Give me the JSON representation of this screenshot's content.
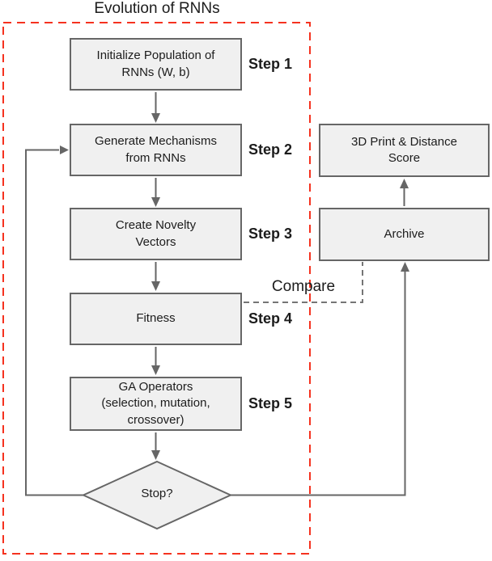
{
  "title": "Evolution of RNNs",
  "flow": {
    "steps": [
      {
        "label": "Initialize Population of\nRNNs (W, b)",
        "step": "Step 1"
      },
      {
        "label": "Generate Mechanisms\nfrom RNNs",
        "step": "Step 2"
      },
      {
        "label": "Create Novelty\nVectors",
        "step": "Step 3"
      },
      {
        "label": "Fitness",
        "step": "Step 4"
      },
      {
        "label": "GA Operators\n(selection, mutation,\ncrossover)",
        "step": "Step 5"
      }
    ],
    "decision_label": "Stop?",
    "compare_label": "Compare"
  },
  "side": {
    "print_label": "3D Print & Distance\nScore",
    "archive_label": "Archive"
  },
  "colors": {
    "boundary_red": "#f5321f",
    "box_fill": "#f0f0f0",
    "box_border": "#666666",
    "arrow": "#666666",
    "text": "#1c1c1c"
  }
}
